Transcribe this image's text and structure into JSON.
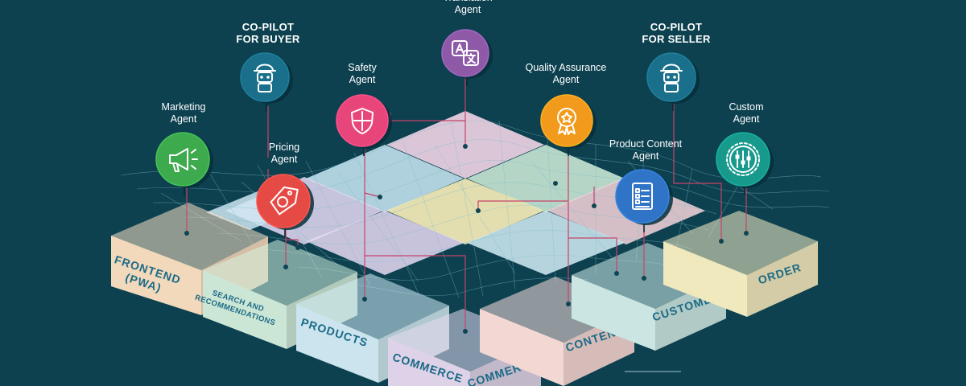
{
  "colors": {
    "background": "#0d4150",
    "block_text": "#1b6a86",
    "connector": "#c7436a"
  },
  "agents": [
    {
      "id": "translation",
      "lines": [
        "Translation",
        "Agent"
      ],
      "bold": false,
      "color": "#8e5aa8",
      "icon": "translate-icon"
    },
    {
      "id": "copilot-buyer",
      "lines": [
        "CO-PILOT",
        "FOR BUYER"
      ],
      "bold": true,
      "color": "#1a6f8a",
      "icon": "robot-icon"
    },
    {
      "id": "copilot-seller",
      "lines": [
        "CO-PILOT",
        "FOR SELLER"
      ],
      "bold": true,
      "color": "#1a6f8a",
      "icon": "robot-icon"
    },
    {
      "id": "safety",
      "lines": [
        "Safety",
        "Agent"
      ],
      "bold": false,
      "color": "#e8457b",
      "icon": "shield-icon"
    },
    {
      "id": "quality",
      "lines": [
        "Quality Assurance",
        "Agent"
      ],
      "bold": false,
      "color": "#f29a1c",
      "icon": "award-badge-icon"
    },
    {
      "id": "marketing",
      "lines": [
        "Marketing",
        "Agent"
      ],
      "bold": false,
      "color": "#3daa4e",
      "icon": "megaphone-icon"
    },
    {
      "id": "custom",
      "lines": [
        "Custom",
        "Agent"
      ],
      "bold": false,
      "color": "#179a8c",
      "icon": "settings-sliders-icon"
    },
    {
      "id": "pricing",
      "lines": [
        "Pricing",
        "Agent"
      ],
      "bold": false,
      "color": "#e64a45",
      "icon": "price-tag-icon"
    },
    {
      "id": "product-content",
      "lines": [
        "Product Content",
        "Agent"
      ],
      "bold": false,
      "color": "#2f74c7",
      "icon": "document-list-icon"
    }
  ],
  "blocks": [
    {
      "id": "frontend",
      "lines": [
        "FRONTEND",
        "(PWA)"
      ],
      "color": "#fde2c4"
    },
    {
      "id": "search",
      "lines": [
        "SEARCH AND",
        "RECOMMENDATIONS"
      ],
      "color": "#d4f0df"
    },
    {
      "id": "products",
      "lines": [
        "PRODUCTS"
      ],
      "color": "#d3eef7"
    },
    {
      "id": "commerce-1",
      "lines": [
        "COMMERCE"
      ],
      "color": "#e6dbf1"
    },
    {
      "id": "commerce-2",
      "lines": [
        "COMMERCE"
      ],
      "color": "#e6dbf1"
    },
    {
      "id": "content",
      "lines": [
        "CONTENT"
      ],
      "color": "#fde0dc"
    },
    {
      "id": "customer",
      "lines": [
        "CUSTOMER"
      ],
      "color": "#d3f0eb"
    },
    {
      "id": "order",
      "lines": [
        "ORDER"
      ],
      "color": "#fbf3c6"
    }
  ]
}
